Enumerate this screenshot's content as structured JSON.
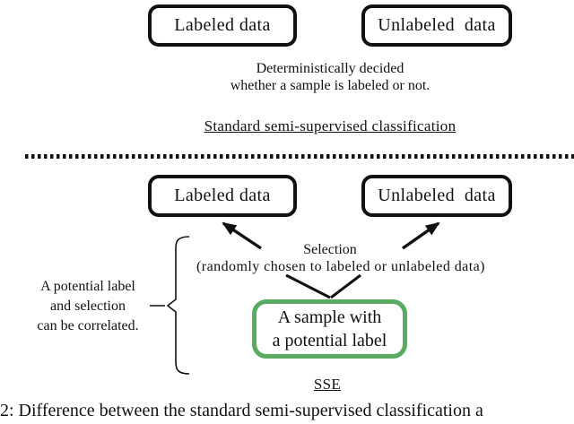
{
  "colors": {
    "accent_green": "#5aab60",
    "ink": "#111111"
  },
  "top_section": {
    "labeled_box_label": "Labeled data",
    "unlabeled_box_label": "Unlabeled  data",
    "note_line1": "Deterministically decided",
    "note_line2": "whether a sample is labeled or not.",
    "section_title": "Standard semi-supervised classification"
  },
  "bottom_section": {
    "labeled_box_label": "Labeled data",
    "unlabeled_box_label": "Unlabeled  data",
    "selection_label": "Selection",
    "selection_note": "(randomly chosen to labeled or unlabeled data)",
    "side_note_line1": "A potential label",
    "side_note_line2": "and selection",
    "side_note_line3": "can be correlated.",
    "sample_box_line1": "A sample with",
    "sample_box_line2": "a potential label",
    "section_title": "SSE"
  },
  "caption": "2: Difference between the standard semi-supervised classification a"
}
